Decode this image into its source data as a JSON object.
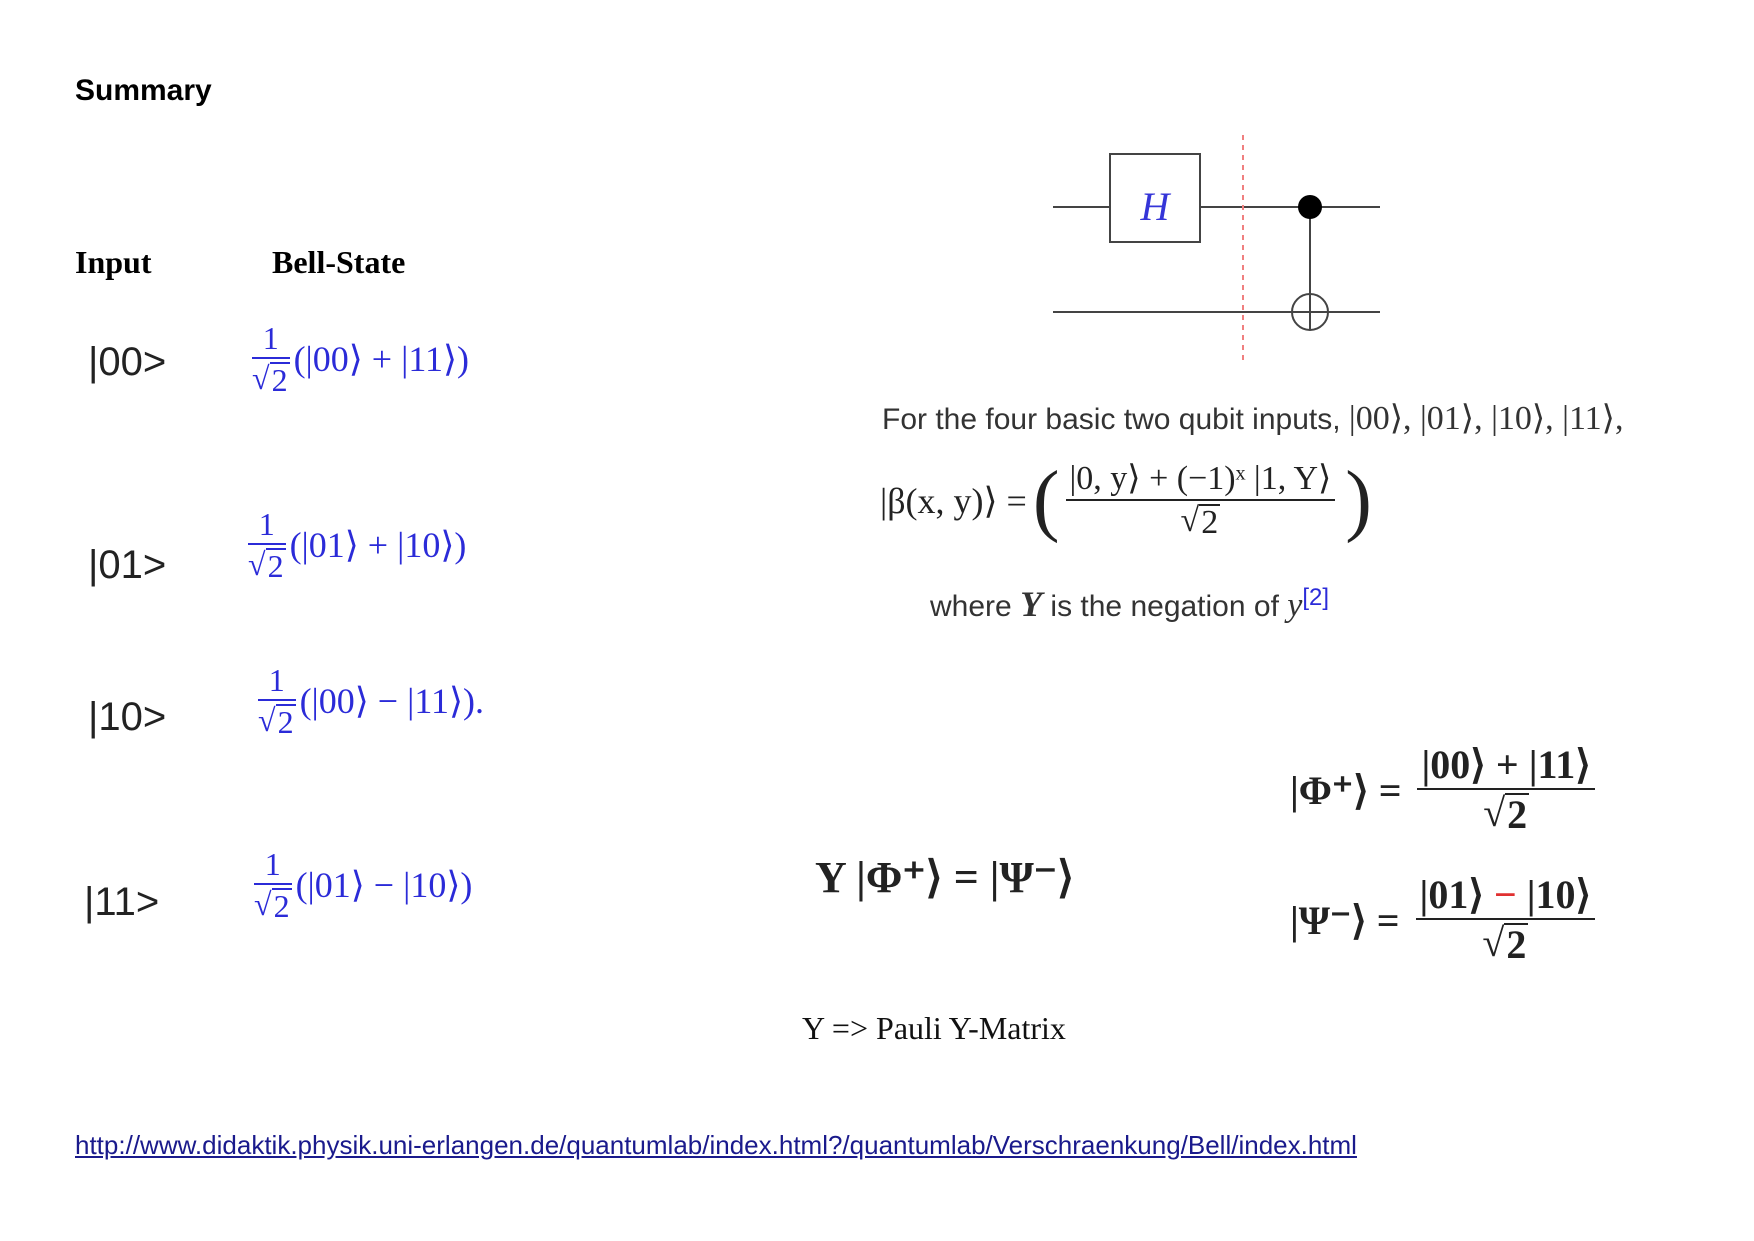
{
  "heading": "Summary",
  "columns": {
    "input": "Input",
    "bell_state": "Bell-State"
  },
  "rows": [
    {
      "input": "|00>",
      "coef_num": "1",
      "coef_den": "2",
      "state": "(|00⟩ + |11⟩)"
    },
    {
      "input": "|01>",
      "coef_num": "1",
      "coef_den": "2",
      "state": "(|01⟩ + |10⟩)"
    },
    {
      "input": "|10>",
      "coef_num": "1",
      "coef_den": "2",
      "state": "(|00⟩ − |11⟩)."
    },
    {
      "input": "|11>",
      "coef_num": "1",
      "coef_den": "2",
      "state": "(|01⟩ − |10⟩)"
    }
  ],
  "circuit": {
    "gate_label": "H"
  },
  "formula": {
    "intro": "For the four basic two qubit inputs,",
    "inputs": "|00⟩, |01⟩, |10⟩, |11⟩,",
    "lhs": "|β(x, y)⟩ =",
    "numerator": "|0, y⟩ + (−1)ˣ |1, Y⟩",
    "denominator": "2",
    "where_prefix": "where",
    "where_var": "Y",
    "where_mid": "is the negation of",
    "where_var2": "y",
    "where_ref": "[2]"
  },
  "pauli_eq": "Y |Φ⁺⟩ = |Ψ⁻⟩",
  "phi_plus": {
    "lhs": "|Φ⁺⟩ =",
    "num": "|00⟩ + |11⟩",
    "den": "2"
  },
  "psi_minus": {
    "lhs": "|Ψ⁻⟩ =",
    "num_a": "|01⟩",
    "num_op": "−",
    "num_b": "|10⟩",
    "den": "2"
  },
  "caption": "Y => Pauli Y-Matrix",
  "link": "http://www.didaktik.physik.uni-erlangen.de/quantumlab/index.html?/quantumlab/Verschraenkung/Bell/index.html",
  "colors": {
    "bell_blue": "#2b2bd8",
    "minus_red": "#e03030",
    "link_blue": "#1a1a8c",
    "guide_red": "#f08080"
  }
}
